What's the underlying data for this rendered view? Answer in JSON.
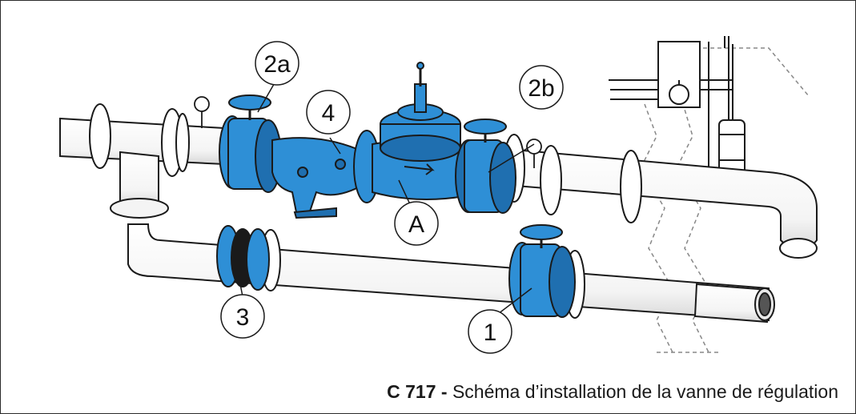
{
  "callouts": {
    "c2a": "2a",
    "c4": "4",
    "c2b": "2b",
    "cA": "A",
    "c3": "3",
    "c1": "1"
  },
  "caption": {
    "code": "C 717 -",
    "text": "Schéma d’installation de la vanne de régulation"
  },
  "colors": {
    "valve_blue": "#2e8fd6",
    "valve_blue_dark": "#1f6fb0",
    "line": "#1a1a1a"
  },
  "icons": [
    "handwheel-icon",
    "pressure-gauge-icon",
    "flow-arrow-icon",
    "float-valve-icon"
  ]
}
